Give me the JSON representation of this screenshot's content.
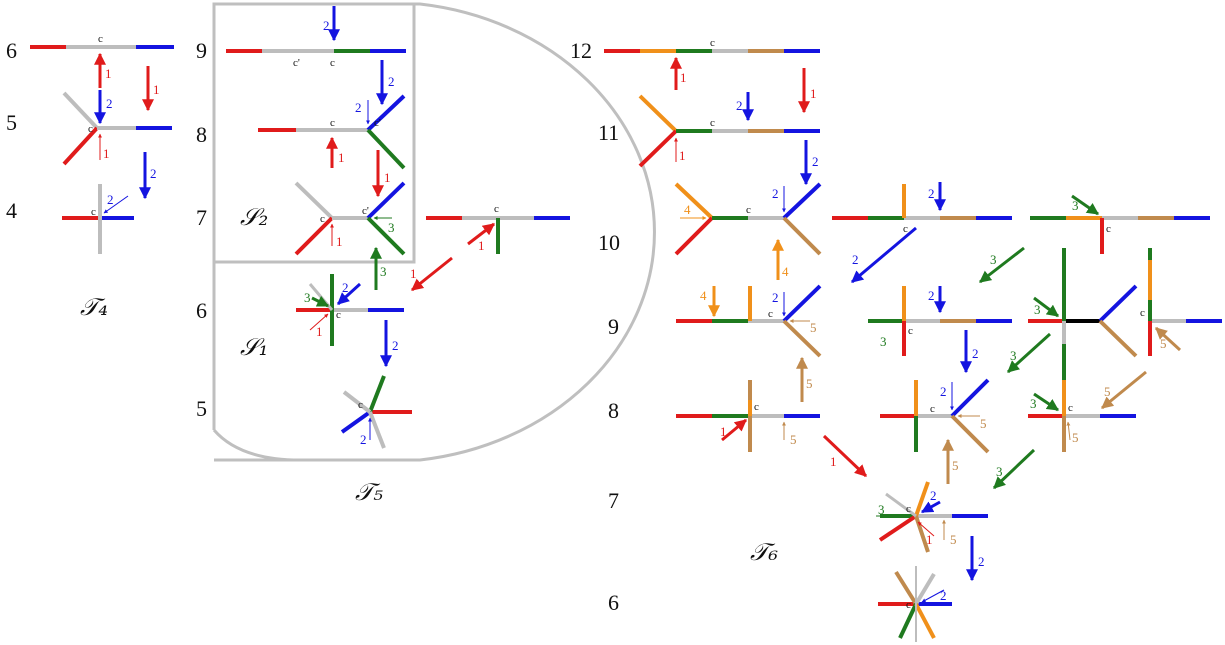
{
  "palette": {
    "red": "#e01b1b",
    "blue": "#1414e0",
    "green": "#1f7a1f",
    "gray": "#bdbdbd",
    "orange": "#f0901a",
    "brown": "#c08a4d",
    "black": "#000000",
    "frame": "#bfbfbf"
  },
  "panels": [
    {
      "name": "T4",
      "label": "𝒯₄",
      "row_labels": [
        "6",
        "5",
        "4"
      ]
    },
    {
      "name": "T5",
      "label": "𝒯₅",
      "row_labels": [
        "9",
        "8",
        "7",
        "6",
        "5"
      ],
      "regions": [
        {
          "name": "S2",
          "label": "𝒮₂"
        },
        {
          "name": "S1",
          "label": "𝒮₁"
        }
      ]
    },
    {
      "name": "T6",
      "label": "𝒯₆",
      "row_labels": [
        "12",
        "11",
        "10",
        "9",
        "8",
        "7",
        "6"
      ]
    }
  ],
  "vertex_labels": {
    "c": "c",
    "c_prime": "c'"
  },
  "move_labels": [
    "1",
    "2",
    "3",
    "4",
    "5"
  ]
}
